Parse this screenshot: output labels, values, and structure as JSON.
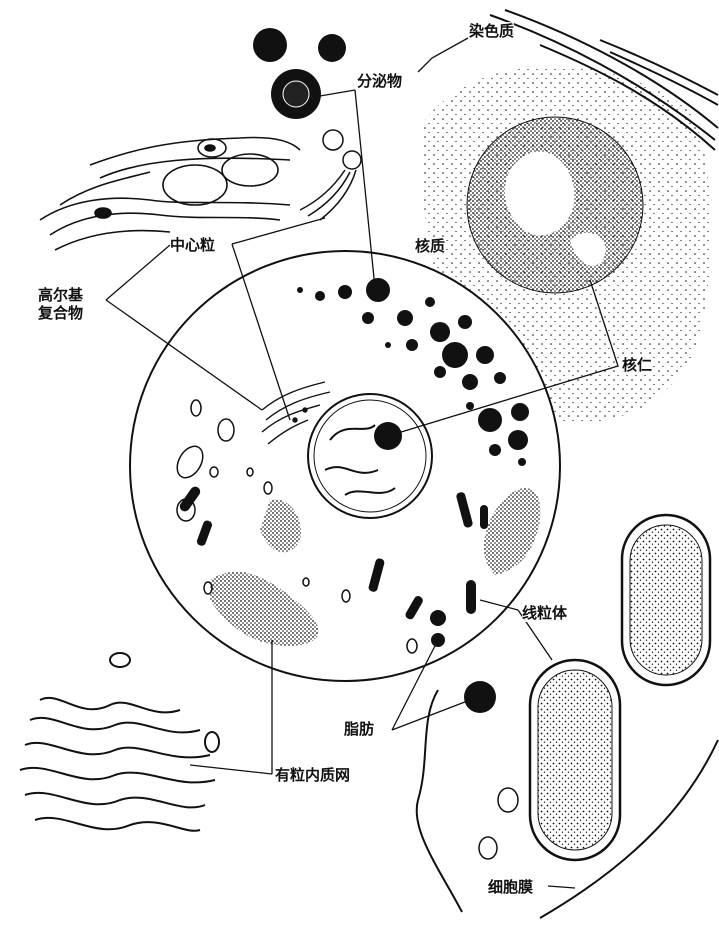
{
  "labels": {
    "chromatin": "染色质",
    "secretion": "分泌物",
    "nucleoplasm": "核质",
    "centriole": "中心粒",
    "golgi_line1": "高尔基",
    "golgi_line2": "复合物",
    "nucleolus": "核仁",
    "mitochondria": "线粒体",
    "fat": "脂肪",
    "rough_er": "有粒内质网",
    "cell_membrane": "细胞膜"
  },
  "colors": {
    "ink": "#111111",
    "paper": "#ffffff"
  }
}
